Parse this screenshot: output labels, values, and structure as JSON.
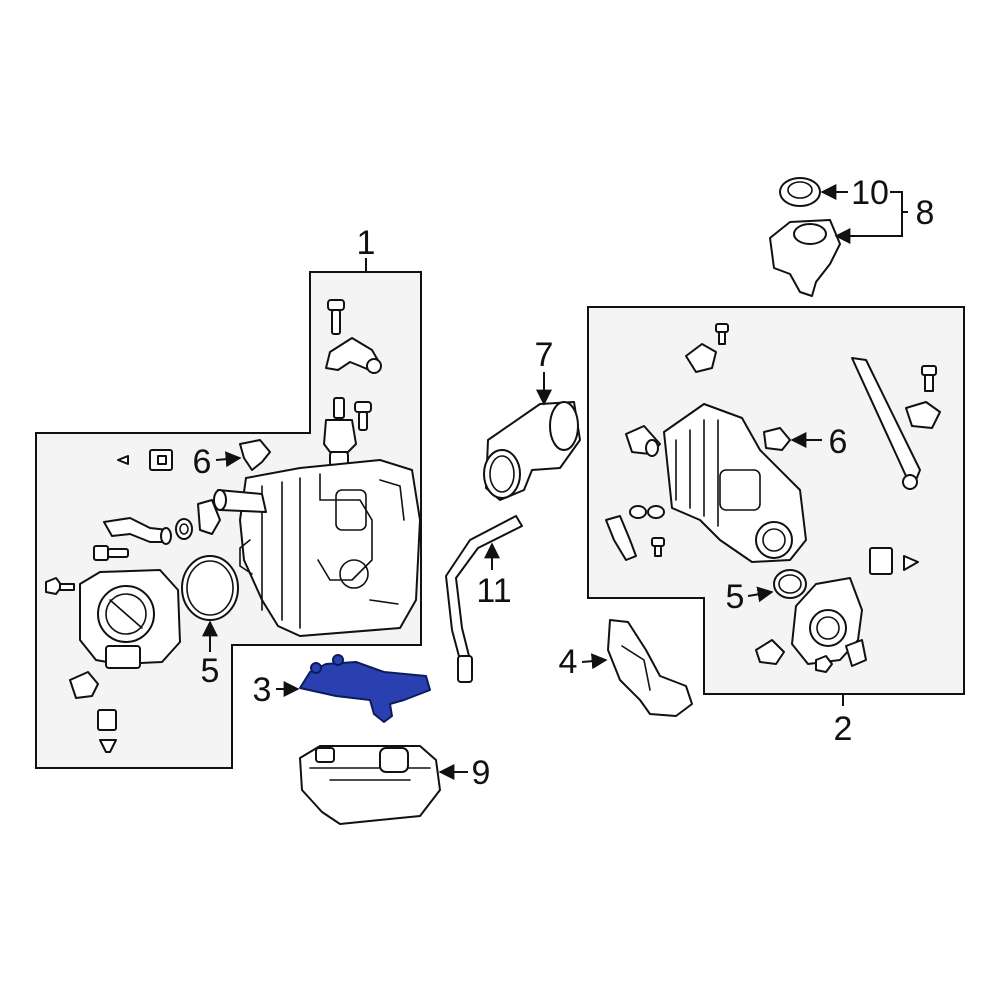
{
  "diagram": {
    "highlight_color": "#2a3fb0",
    "callouts": [
      {
        "id": "1",
        "text": "1"
      },
      {
        "id": "2",
        "text": "2"
      },
      {
        "id": "3",
        "text": "3"
      },
      {
        "id": "4",
        "text": "4"
      },
      {
        "id": "5",
        "text": "5"
      },
      {
        "id": "5b",
        "text": "5"
      },
      {
        "id": "6",
        "text": "6"
      },
      {
        "id": "6b",
        "text": "6"
      },
      {
        "id": "7",
        "text": "7"
      },
      {
        "id": "8",
        "text": "8"
      },
      {
        "id": "9",
        "text": "9"
      },
      {
        "id": "10",
        "text": "10"
      },
      {
        "id": "11",
        "text": "11"
      }
    ]
  }
}
